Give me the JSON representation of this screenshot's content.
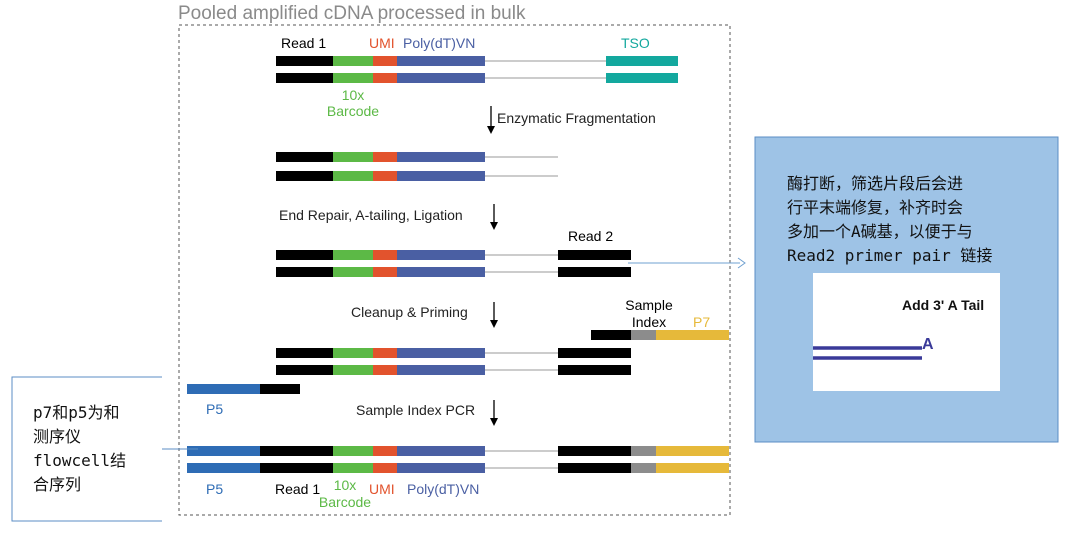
{
  "title": "Pooled amplified cDNA processed in bulk",
  "labels": {
    "read1_top": "Read 1",
    "umi_top": "UMI",
    "polydt_top": "Poly(dT)VN",
    "tso": "TSO",
    "barcode_10x_line1": "10x",
    "barcode_10x_line2": "Barcode",
    "read2": "Read 2",
    "sample_index_line1": "Sample",
    "sample_index_line2": "Index",
    "p7": "P7",
    "p5_upper": "P5",
    "p5_bottom": "P5",
    "read1_bottom": "Read 1",
    "barcode_bottom_line1": "10x",
    "barcode_bottom_line2": "Barcode",
    "umi_bottom": "UMI",
    "polydt_bottom": "Poly(dT)VN"
  },
  "steps": {
    "fragmentation": "Enzymatic Fragmentation",
    "ligation": "End Repair, A-tailing, Ligation",
    "cleanup": "Cleanup & Priming",
    "pcr": "Sample Index PCR"
  },
  "note_right": {
    "lines": [
      "酶打断，筛选片段后会进",
      "行平末端修复，补齐时会",
      "多加一个A碱基，以便于与",
      "Read2 primer pair 链接"
    ],
    "inset_title": "Add 3' A Tail",
    "inset_letter": "A"
  },
  "note_left": {
    "lines": [
      "p7和p5为和",
      "测序仪",
      "flowcell结",
      "合序列"
    ]
  },
  "colors": {
    "read1": "#000000",
    "barcode": "#5cb946",
    "umi": "#e2532d",
    "polydt": "#4a5fa3",
    "tso": "#13a89e",
    "gray_line": "#bbbbbb",
    "p5": "#2e6cb5",
    "sample_index": "#8c8c8c",
    "p7": "#e6b93a",
    "note_bg": "#9ec3e6",
    "note_border": "#5b8ec4"
  }
}
